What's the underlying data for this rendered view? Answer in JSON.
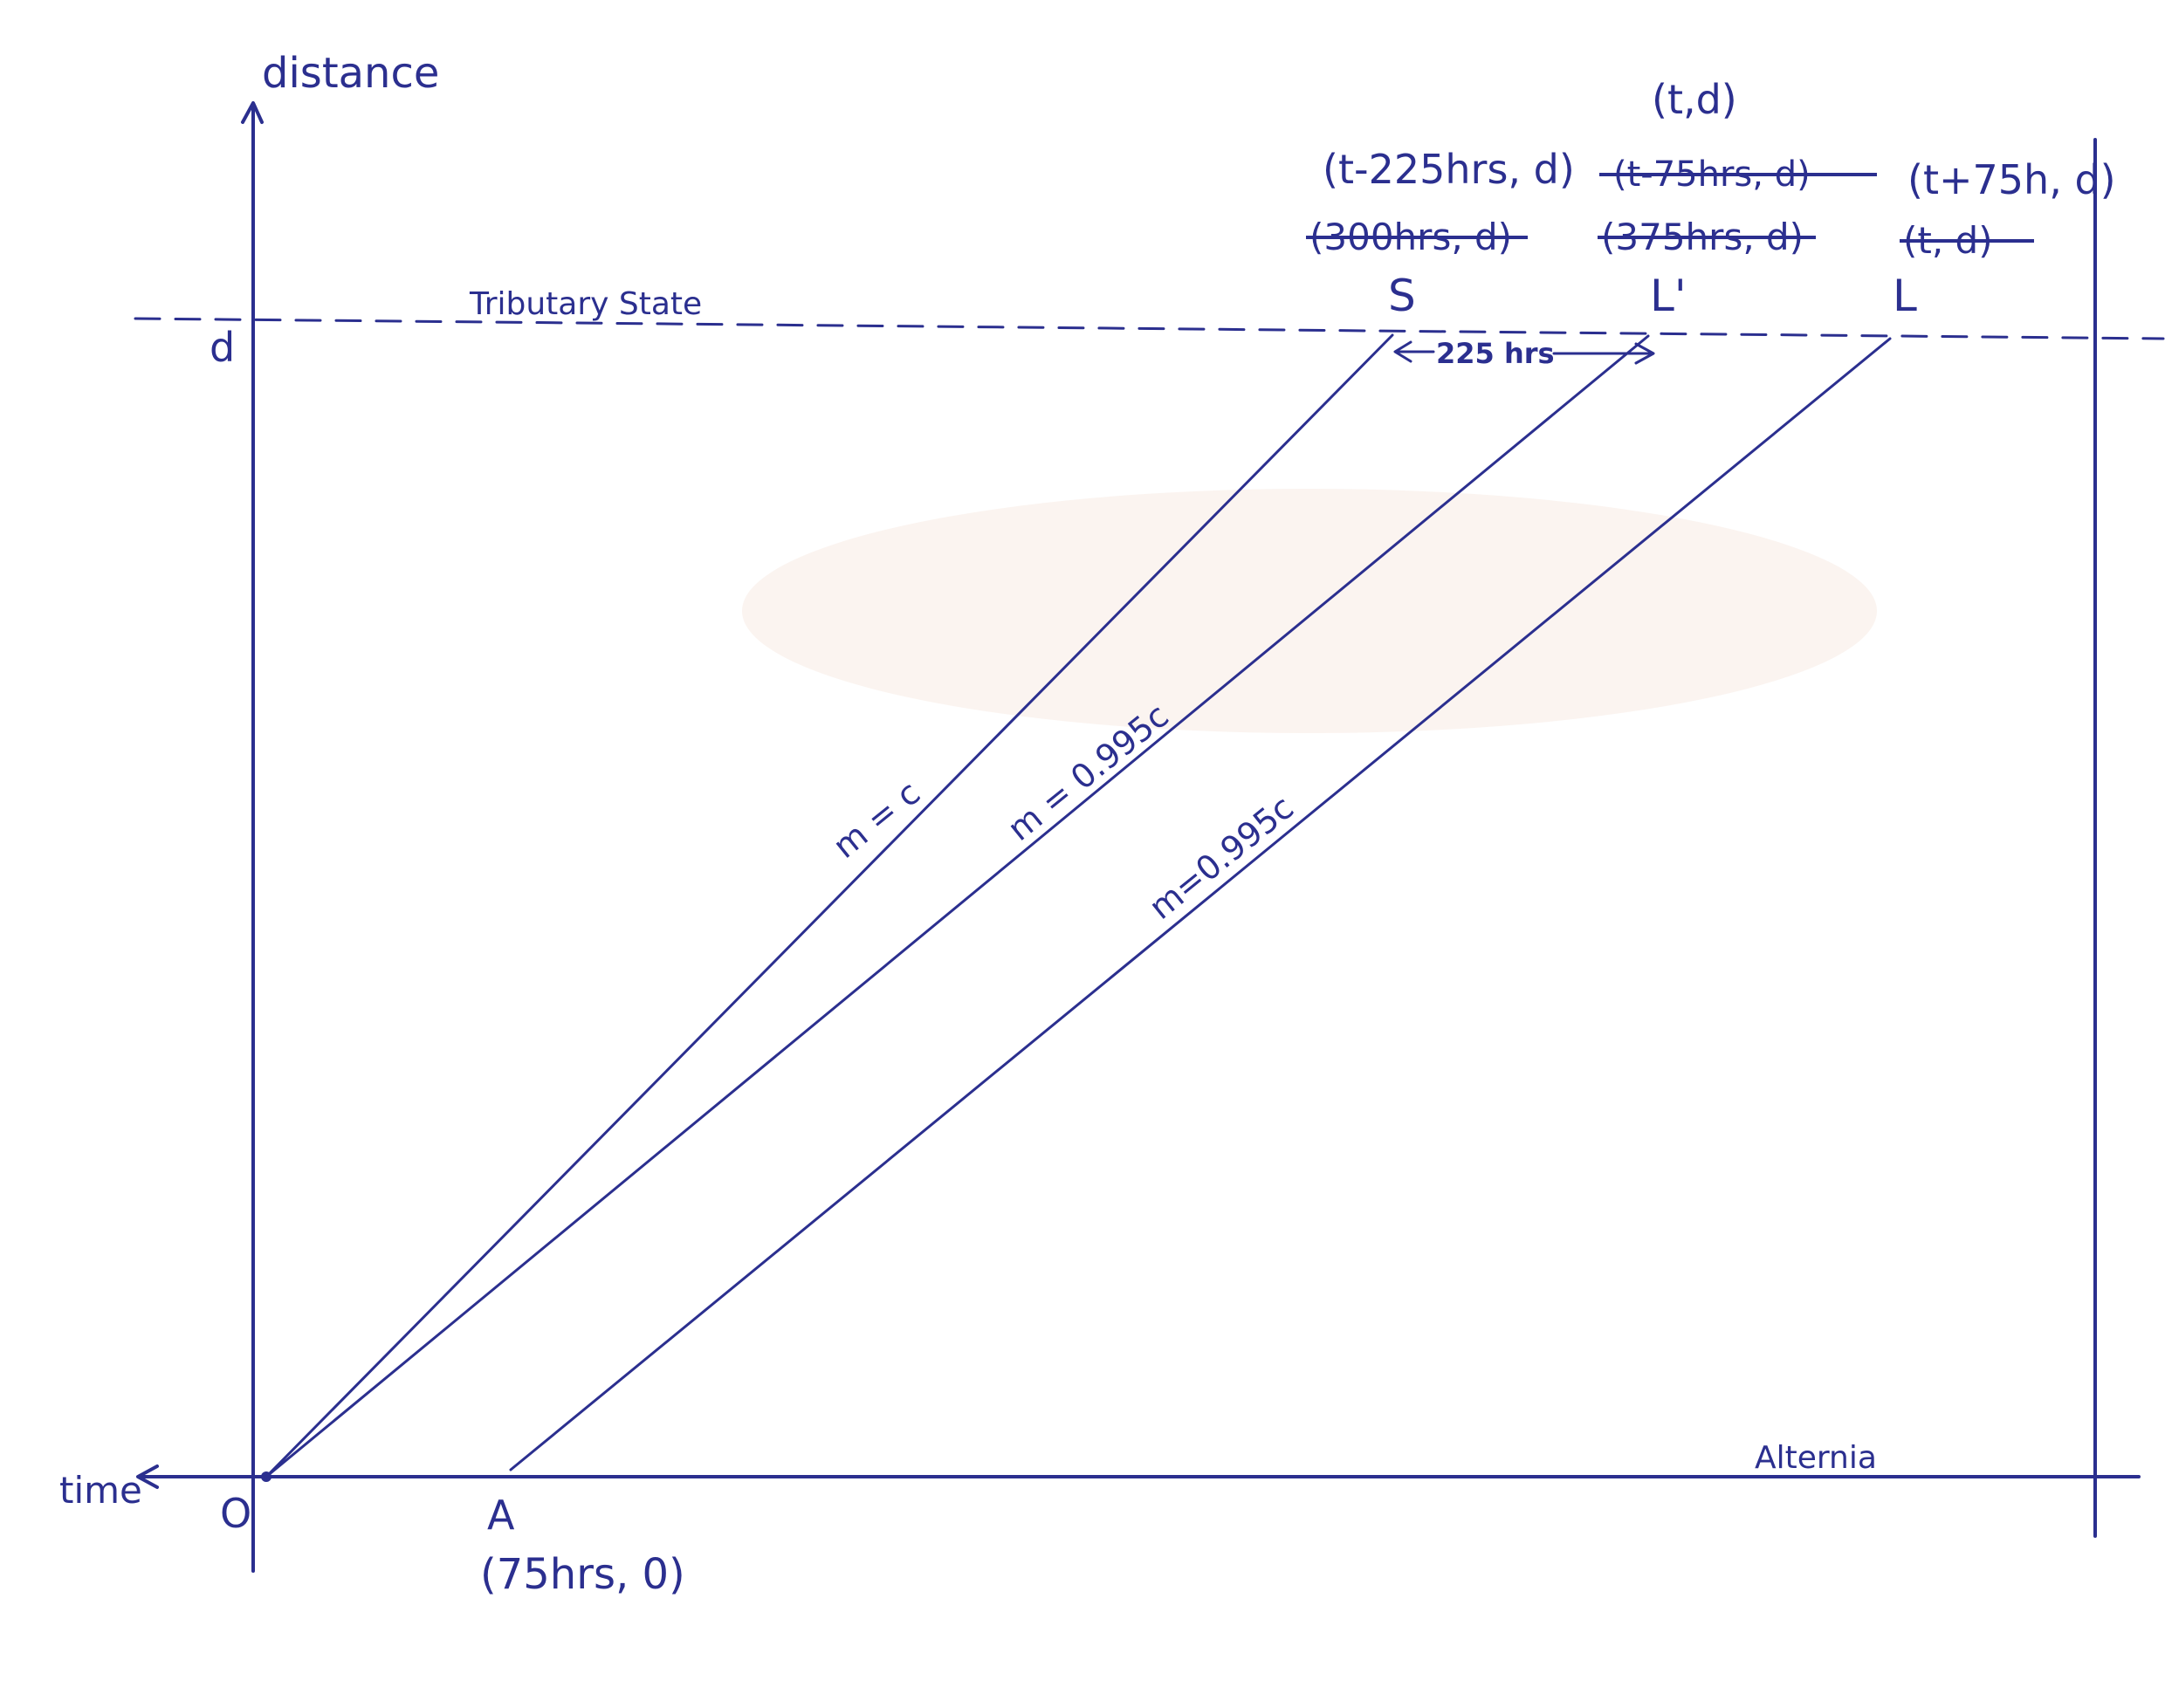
{
  "axes": {
    "vertical_label": "distance",
    "horizontal_label": "time",
    "origin_label": "O",
    "d_label": "d"
  },
  "lines": {
    "tributary_state": "Tributary State",
    "alternia": "Alternia"
  },
  "points": {
    "A": {
      "label": "A",
      "coord": "(75hrs, 0)"
    },
    "S": {
      "label": "S",
      "coord": "(t-225hrs, d)",
      "struck": "(300hrs, d)"
    },
    "L_prime": {
      "label": "L'",
      "coord_top": "(t,d)",
      "struck_1": "(t-75hrs, d)",
      "struck_2": "(375hrs, d)"
    },
    "L": {
      "label": "L",
      "coord": "(t+75h, d)",
      "struck": "(t, d)"
    }
  },
  "slopes": {
    "light": "m = c",
    "ship_1": "m = 0.995c",
    "ship_2": "m=0.995c"
  },
  "interval": {
    "label": "225 hrs"
  },
  "colors": {
    "ink": "#2b2f8f"
  }
}
